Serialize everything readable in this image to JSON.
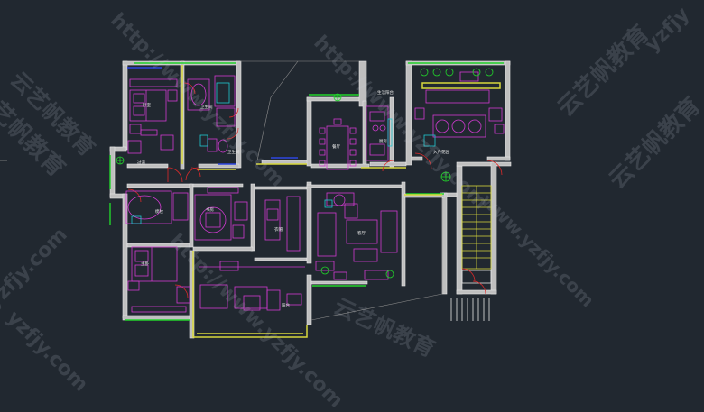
{
  "drawing": {
    "title": "CAD floor plan",
    "colors": {
      "background": "#212830",
      "wall": "#e6e6e6",
      "wall_fill": "#bfbfbf",
      "furniture": "#d13ad1",
      "green": "#22d32b",
      "yellow": "#d8d83c",
      "red": "#e02a2a",
      "blue": "#2d46e0",
      "cyan": "#21c7d2",
      "leader": "#8c8c8c"
    },
    "rooms": [
      {
        "id": "bedroom-2",
        "label": "卧室"
      },
      {
        "id": "bathroom-1",
        "label": "卫生间"
      },
      {
        "id": "bathroom-2",
        "label": "卫生间"
      },
      {
        "id": "dining",
        "label": "餐厅"
      },
      {
        "id": "kitchen",
        "label": "厨房"
      },
      {
        "id": "entrance-hall",
        "label": "入户花园"
      },
      {
        "id": "study",
        "label": "书房"
      },
      {
        "id": "closet",
        "label": "衣帽"
      },
      {
        "id": "master-bedroom",
        "label": "主卧"
      },
      {
        "id": "living",
        "label": "客厅"
      },
      {
        "id": "balcony",
        "label": "阳台"
      },
      {
        "id": "aisle",
        "label": "过道"
      },
      {
        "id": "dresser",
        "label": "梳妆"
      },
      {
        "id": "utility",
        "label": "生活阳台"
      }
    ]
  },
  "watermarks": [
    {
      "text": "http://www.yzfjy.com"
    },
    {
      "text": "云艺帆教育"
    },
    {
      "text": "http://www.yzfjy.com"
    },
    {
      "text": "云艺帆教育"
    },
    {
      "text": "yzfjy.com"
    },
    {
      "text": "www.yzfjy.com"
    },
    {
      "text": "云艺帆教育"
    },
    {
      "text": "云艺帆教育"
    },
    {
      "text": "yzfjy.com"
    },
    {
      "text": "http://www.yzfjy.com"
    },
    {
      "text": "yzfjy"
    },
    {
      "text": "云艺帆教育"
    }
  ]
}
